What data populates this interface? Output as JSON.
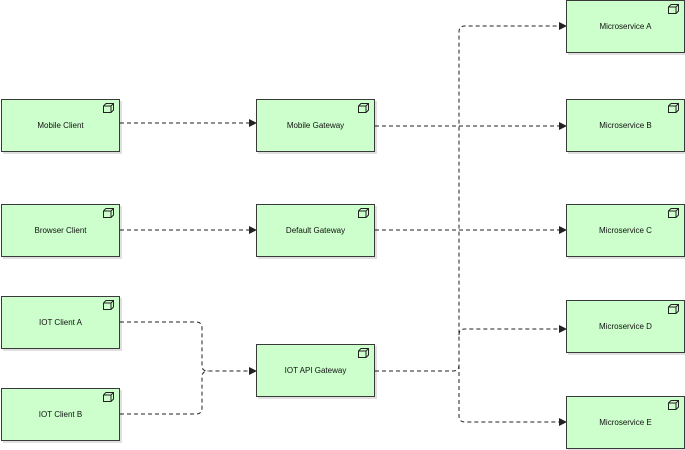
{
  "diagram": {
    "nodes": [
      {
        "id": "mobile_client",
        "label": "Mobile Client",
        "icon": "node-icon"
      },
      {
        "id": "browser_client",
        "label": "Browser Client",
        "icon": "node-icon"
      },
      {
        "id": "iot_client_a",
        "label": "IOT Client A",
        "icon": "node-icon"
      },
      {
        "id": "iot_client_b",
        "label": "IOT Client B",
        "icon": "node-icon"
      },
      {
        "id": "mobile_gateway",
        "label": "Mobile Gateway",
        "icon": "node-icon"
      },
      {
        "id": "default_gateway",
        "label": "Default Gateway",
        "icon": "node-icon"
      },
      {
        "id": "iot_api_gateway",
        "label": "IOT API Gateway",
        "icon": "node-icon"
      },
      {
        "id": "microservice_a",
        "label": "Microservice A",
        "icon": "node-icon"
      },
      {
        "id": "microservice_b",
        "label": "Microservice B",
        "icon": "node-icon"
      },
      {
        "id": "microservice_c",
        "label": "Microservice C",
        "icon": "node-icon"
      },
      {
        "id": "microservice_d",
        "label": "Microservice D",
        "icon": "node-icon"
      },
      {
        "id": "microservice_e",
        "label": "Microservice E",
        "icon": "node-icon"
      }
    ],
    "edges": [
      {
        "from": "mobile_client",
        "to": "mobile_gateway",
        "style": "dashed"
      },
      {
        "from": "browser_client",
        "to": "default_gateway",
        "style": "dashed"
      },
      {
        "from": "iot_client_a",
        "to": "iot_api_gateway",
        "style": "dashed"
      },
      {
        "from": "iot_client_b",
        "to": "iot_api_gateway",
        "style": "dashed"
      },
      {
        "from": "mobile_gateway",
        "to": "microservice_b",
        "style": "dashed"
      },
      {
        "from": "default_gateway",
        "to": "microservice_c",
        "style": "dashed"
      },
      {
        "from": "iot_api_gateway",
        "to": "microservice_a",
        "style": "dashed"
      },
      {
        "from": "iot_api_gateway",
        "to": "microservice_d",
        "style": "dashed"
      },
      {
        "from": "iot_api_gateway",
        "to": "microservice_e",
        "style": "dashed"
      }
    ],
    "colors": {
      "node_fill": "#ccffcc",
      "node_border": "#3a3a3a",
      "edge": "#222222"
    }
  }
}
